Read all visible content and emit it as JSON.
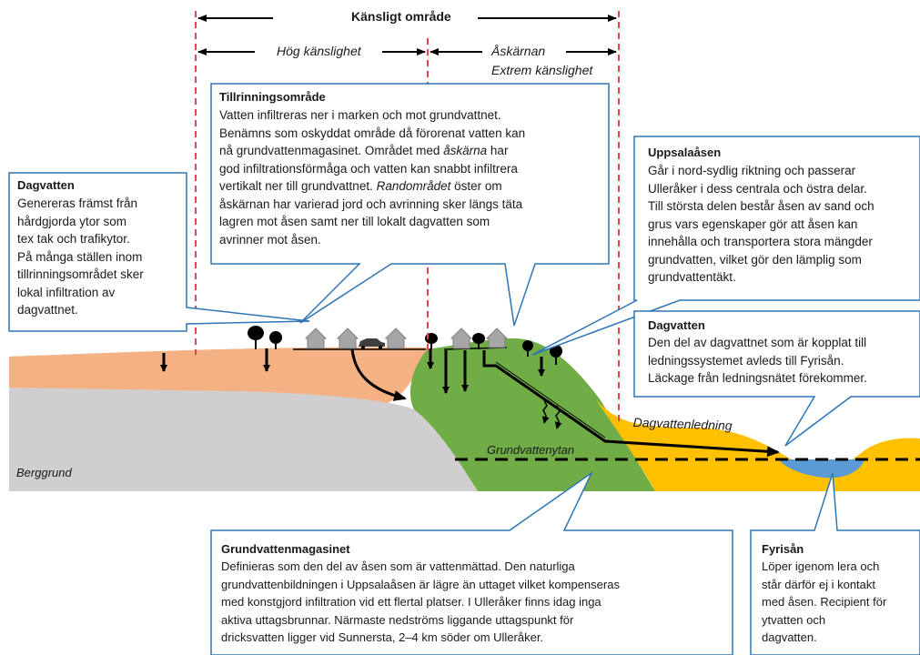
{
  "header": {
    "sensitive_area": "Känsligt område",
    "high_sensitivity": "Hög känslighet",
    "core": "Åskärnan",
    "extreme_sensitivity": "Extrem känslighet"
  },
  "callouts": {
    "tillrinning": {
      "title": "Tillrinningsområde",
      "body_1": "Vatten infiltreras ner i marken och mot grundvattnet.\nBenämns som oskyddat område då förorenat vatten kan\nnå grundvattenmagasinet. Området med ",
      "body_em1": "åskärna",
      "body_2": " har\ngod infiltrationsförmåga och vatten kan snabbt infiltrera\nvertikalt ner till grundvattnet. ",
      "body_em2": "Randområdet",
      "body_3": " öster om\nåskärnan har varierad jord och avrinning sker längs täta\nlagren mot åsen samt ner till lokalt dagvatten som\navrinner mot åsen."
    },
    "dagvatten_left": {
      "title": "Dagvatten",
      "body": "Genereras främst från\nhårdgjorda ytor som\ntex tak och trafikytor.\nPå många ställen inom\ntillrinningsområdet sker\nlokal infiltration av\ndagvattnet."
    },
    "uppsalaasen": {
      "title": "Uppsalaåsen",
      "body": "Går i nord-sydlig riktning och passerar\nUlleråker i dess centrala och östra delar.\nTill största delen består åsen av sand och\ngrus vars egenskaper gör att åsen kan\ninnehålla och transportera stora mängder\ngrundvatten, vilket gör den lämplig som\ngrundvattentäkt."
    },
    "dagvatten_right": {
      "title": "Dagvatten",
      "body": "Den del av dagvattnet som är kopplat till\nledningssystemet avleds till Fyrisån.\nLäckage från ledningsnätet förekommer."
    },
    "grundvattenmagasinet": {
      "title": "Grundvattenmagasinet",
      "body": "Definieras som den del av åsen som är vattenmättad. Den naturliga\ngrundvattenbildningen  i Uppsalaåsen är lägre än uttaget vilket kompenseras\nmed konstgjord infiltration vid ett flertal platser. I Ulleråker finns idag inga\naktiva uttagsbrunnar. Närmaste nedströms liggande uttagspunkt för\ndricksvatten ligger vid Sunnersta, 2–4 km söder om Ulleråker."
    },
    "fyrisan": {
      "title": "Fyrisån",
      "body": "Löper igenom lera och\nstår därför ej i kontakt\nmed åsen. Recipient för\nytvatten och\ndagvatten."
    }
  },
  "labels": {
    "berggrund": "Berggrund",
    "grundvattenytan": "Grundvattenytan",
    "dagvattenledning": "Dagvattenledning"
  },
  "colors": {
    "soil": "#F4B183",
    "ridge": "#70AD47",
    "bedrock": "#D0CECE",
    "clay": "#FFC000",
    "river": "#5B9BD5",
    "boundary": "#E0474C",
    "callout_border": "#2E75B6"
  }
}
